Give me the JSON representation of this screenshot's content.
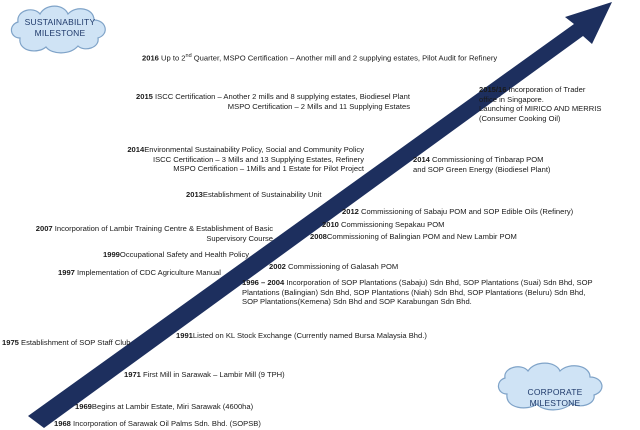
{
  "clouds": {
    "sustainability": {
      "line1": "SUSTAINABILITY",
      "line2": "MILESTONE"
    },
    "corporate": {
      "label": "CORPORATE MILESTONE"
    }
  },
  "colors": {
    "arrow": "#1d2f5e",
    "cloud_fill": "#cfe3f5",
    "cloud_stroke": "#7fa3c8",
    "text": "#1a1a1a"
  },
  "milestones": [
    {
      "year": "2016",
      "text_pre": "Up to 2",
      "text_sup": "nd",
      "text_post": " Quarter, MSPO Certification – Another mill and 2 supplying estates, Pilot Audit for Refinery"
    },
    {
      "year": "2015",
      "text": "ISCC Certification – Another 2 mills and 8 supplying estates, Biodiesel Plant",
      "line2": "MSPO Certification – 2 Mills and 11 Supplying Estates"
    },
    {
      "year": "2015/16",
      "text": "Incorporation of Trader",
      "line2": "office in Singapore.",
      "line3": "Launching of MIRICO AND MERRIS",
      "line4": "(Consumer Cooking Oil)"
    },
    {
      "year": "2014",
      "text": "Environmental Sustainability Policy, Social and Community Policy",
      "line2": "ISCC Certification – 3 Mills and 13 Supplying Estates, Refinery",
      "line3": "MSPO Certification – 1Mills and 1 Estate for Pilot Project"
    },
    {
      "year": "2014",
      "text": "Commissioning of Tinbarap POM",
      "line2": "and SOP Green Energy (Biodiesel Plant)"
    },
    {
      "year": "2013",
      "text": "Establishment of Sustainability Unit"
    },
    {
      "year": "2012",
      "text": "Commissioning of Sabaju POM and SOP Edible Oils (Refinery)"
    },
    {
      "year": "2010",
      "text": "Commissioning Sepakau POM"
    },
    {
      "year": "2008",
      "text": "Commissioning of Balingian POM and New Lambir POM"
    },
    {
      "year": "2007",
      "text": "Incorporation of Lambir Training Centre & Establishment of Basic",
      "line2": "Supervisory Course"
    },
    {
      "year": "1999",
      "text": "Occupational Safety and Health Policy"
    },
    {
      "year": "2002",
      "text": "Commissioning of Galasah POM"
    },
    {
      "year": "1997",
      "text": "Implementation of CDC Agriculture Manual"
    },
    {
      "year": "1996 – 2004",
      "text": "Incorporation of SOP Plantations (Sabaju) Sdn Bhd,  SOP Plantations (Suai) Sdn Bhd, SOP",
      "line2": "Plantations (Balingian) Sdn Bhd, SOP Plantations (Niah) Sdn Bhd, SOP Plantations (Beluru) Sdn Bhd,",
      "line3": "SOP Plantations(Kemena) Sdn Bhd and SOP Karabungan Sdn Bhd."
    },
    {
      "year": "1991",
      "text": "Listed on KL Stock Exchange (Currently named Bursa Malaysia Bhd.)"
    },
    {
      "year": "1975",
      "text": "Establishment of SOP Staff Club"
    },
    {
      "year": "1971",
      "text": "First Mill in Sarawak – Lambir Mill (9 TPH)"
    },
    {
      "year": "1969",
      "text": "Begins at Lambir Estate, Miri Sarawak (4600ha)"
    },
    {
      "year": "1968",
      "text": "Incorporation of Sarawak Oil Palms Sdn. Bhd. (SOPSB)"
    }
  ]
}
